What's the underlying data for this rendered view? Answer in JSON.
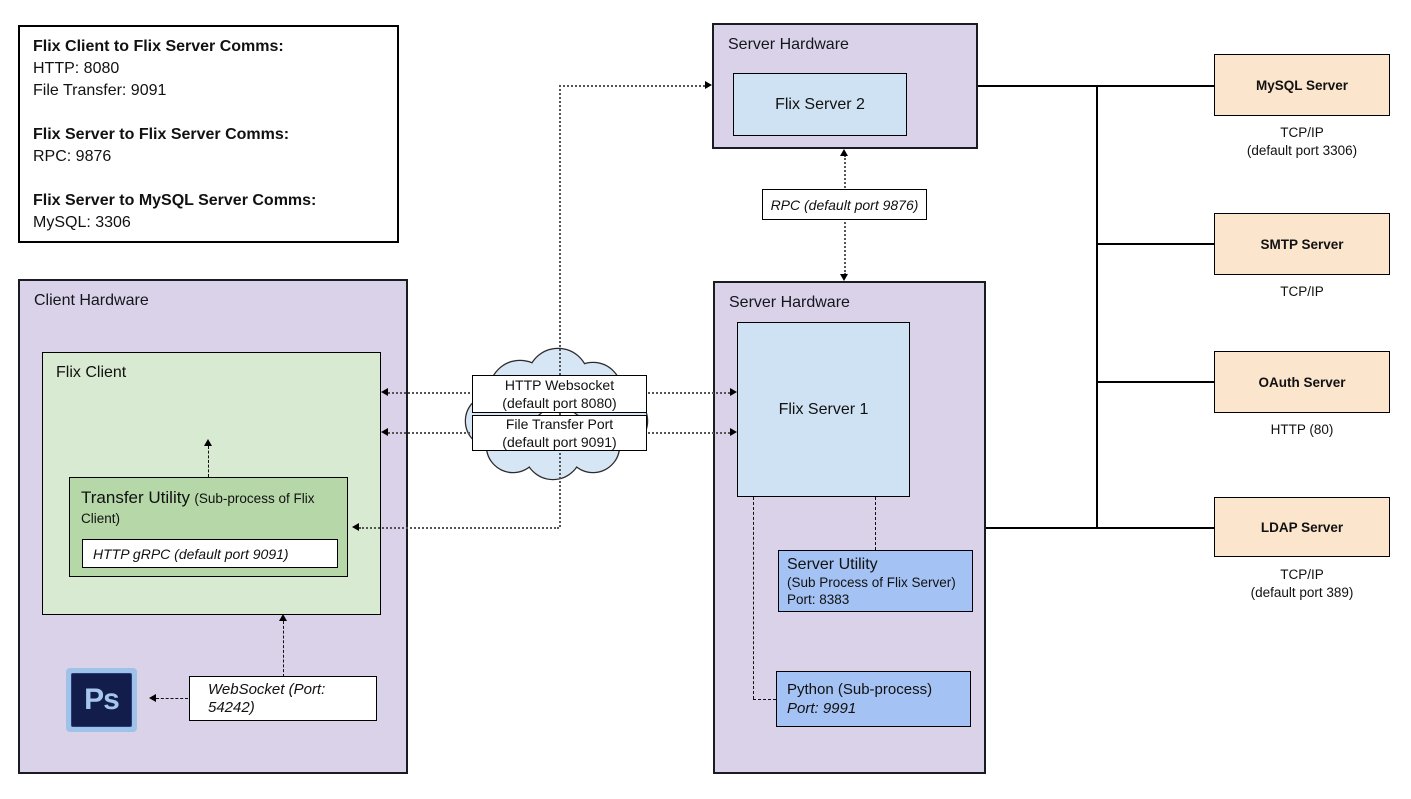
{
  "legend": {
    "sections": [
      {
        "heading": "Flix Client to Flix Server Comms:",
        "lines": [
          "HTTP: 8080",
          "File Transfer: 9091"
        ]
      },
      {
        "heading": "Flix Server to Flix Server Comms:",
        "lines": [
          "RPC: 9876"
        ]
      },
      {
        "heading": "Flix Server to MySQL Server Comms:",
        "lines": [
          "MySQL: 3306"
        ]
      }
    ]
  },
  "server_hardware_top": {
    "title": "Server Hardware",
    "flix_server_label": "Flix Server 2"
  },
  "server_hardware_main": {
    "title": "Server Hardware",
    "flix_server_label": "Flix Server 1",
    "server_utility": {
      "title": "Server Utility",
      "subtitle": "(Sub Process of Flix Server)",
      "port": "Port: 8383"
    },
    "python": {
      "title": "Python (Sub-process)",
      "port": "Port: 9991"
    }
  },
  "client_hardware": {
    "title": "Client Hardware",
    "flix_client_label": "Flix Client",
    "transfer_utility": {
      "title": "Transfer Utility",
      "subtitle": "(Sub-process of Flix Client)",
      "grpc_label": "HTTP gRPC (default port 9091)"
    },
    "photoshop_label": "Ps",
    "websocket_label": "WebSocket (Port: 54242)"
  },
  "connectors": {
    "rpc_label": "RPC (default port 9876)",
    "http_websocket_line1": "HTTP Websocket",
    "http_websocket_line2": "(default port 8080)",
    "file_transfer_line1": "File Transfer Port",
    "file_transfer_line2": "(default port 9091)"
  },
  "external_servers": [
    {
      "name": "MySQL Server",
      "caption1": "TCP/IP",
      "caption2": "(default port 3306)"
    },
    {
      "name": "SMTP Server",
      "caption1": "TCP/IP",
      "caption2": ""
    },
    {
      "name": "OAuth Server",
      "caption1": "HTTP (80)",
      "caption2": ""
    },
    {
      "name": "LDAP Server",
      "caption1": "TCP/IP",
      "caption2": "(default port 389)"
    }
  ],
  "colors": {
    "hardware_fill": "#d9d2e9",
    "flix_server_fill": "#cfe2f3",
    "subprocess_fill": "#a4c2f4",
    "flix_client_fill": "#d9ead3",
    "transfer_utility_fill": "#b6d7a8",
    "external_fill": "#fce5cd",
    "cloud_fill": "#d7e6f5"
  }
}
